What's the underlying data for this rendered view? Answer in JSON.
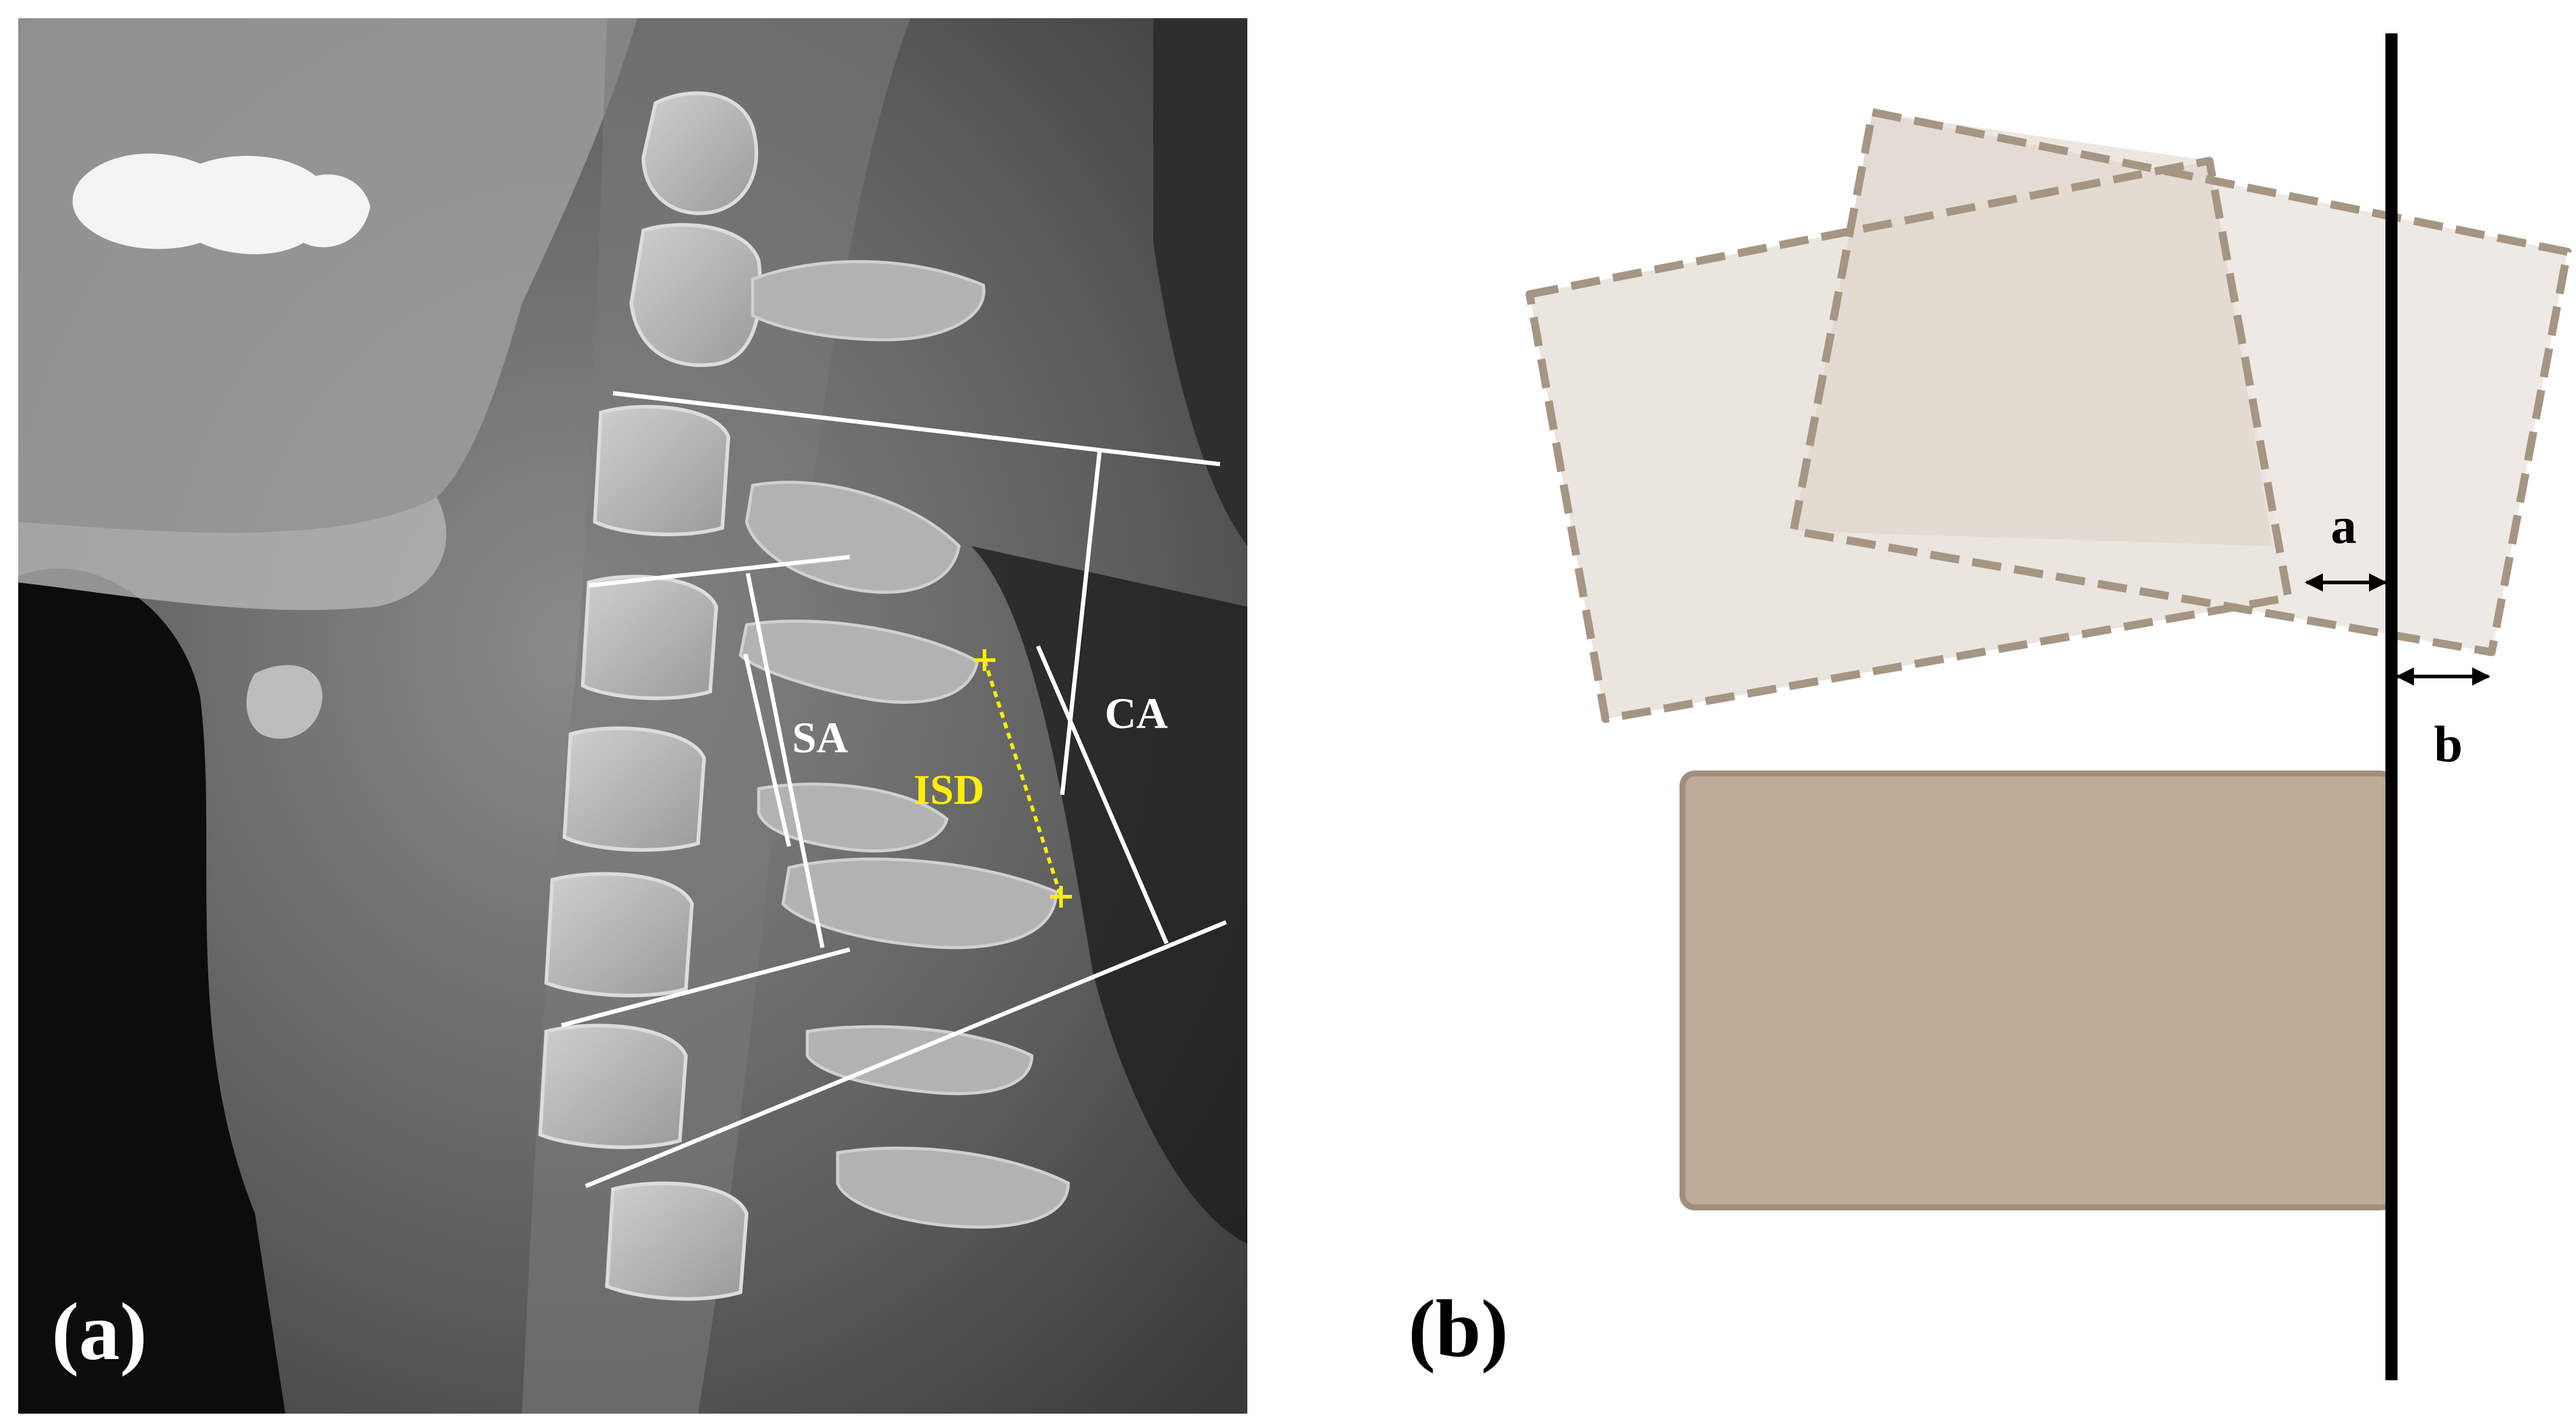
{
  "panel_a": {
    "label": "(a)",
    "measurements": {
      "sa": "SA",
      "ca": "CA",
      "isd": "ISD"
    },
    "colors": {
      "lines": "#ffffff",
      "isd": "#ffee00",
      "xray_background": "#6e6e6e"
    }
  },
  "panel_b": {
    "label": "(b)",
    "distances": {
      "a": "a",
      "b": "b"
    },
    "colors": {
      "block_fill": "#bdab98",
      "block_stroke": "#a08f7e",
      "dashed_fill_light": "#ebe5df",
      "dashed_fill_dark": "#ddd2c7",
      "dashed_stroke": "#a59583",
      "reference_line": "#000000"
    }
  }
}
